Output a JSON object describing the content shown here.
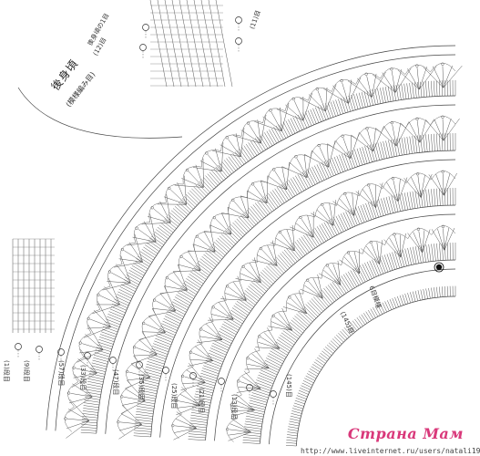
{
  "diagram": {
    "title": "後身頃",
    "subtitle": "(模様編み目)",
    "row_labels": [
      {
        "id": "r1",
        "text": "(1)段目"
      },
      {
        "id": "r2",
        "text": "(9)段目"
      },
      {
        "id": "r3",
        "text": "(57)段目"
      },
      {
        "id": "r4",
        "text": "(33)段目"
      },
      {
        "id": "r5",
        "text": "(47)段目"
      },
      {
        "id": "r6",
        "text": "(35)段目"
      },
      {
        "id": "r7",
        "text": "(25)段目"
      },
      {
        "id": "r8",
        "text": "(21)段目"
      },
      {
        "id": "r9",
        "text": "(13)段目"
      },
      {
        "id": "r10",
        "text": "(145)目"
      },
      {
        "id": "r11",
        "text": "(11)目"
      },
      {
        "id": "r12",
        "text": "(12)目"
      },
      {
        "id": "r13",
        "text": "(145)目"
      },
      {
        "id": "r14",
        "text": "6目模様"
      }
    ],
    "top_label_1": "(11)目",
    "top_label_2": "(12)目",
    "top_label_3": "後身頃の1目"
  },
  "watermark": {
    "logo": "Страна Мам",
    "url": "http://www.liveinternet.ru/users/natali19"
  }
}
